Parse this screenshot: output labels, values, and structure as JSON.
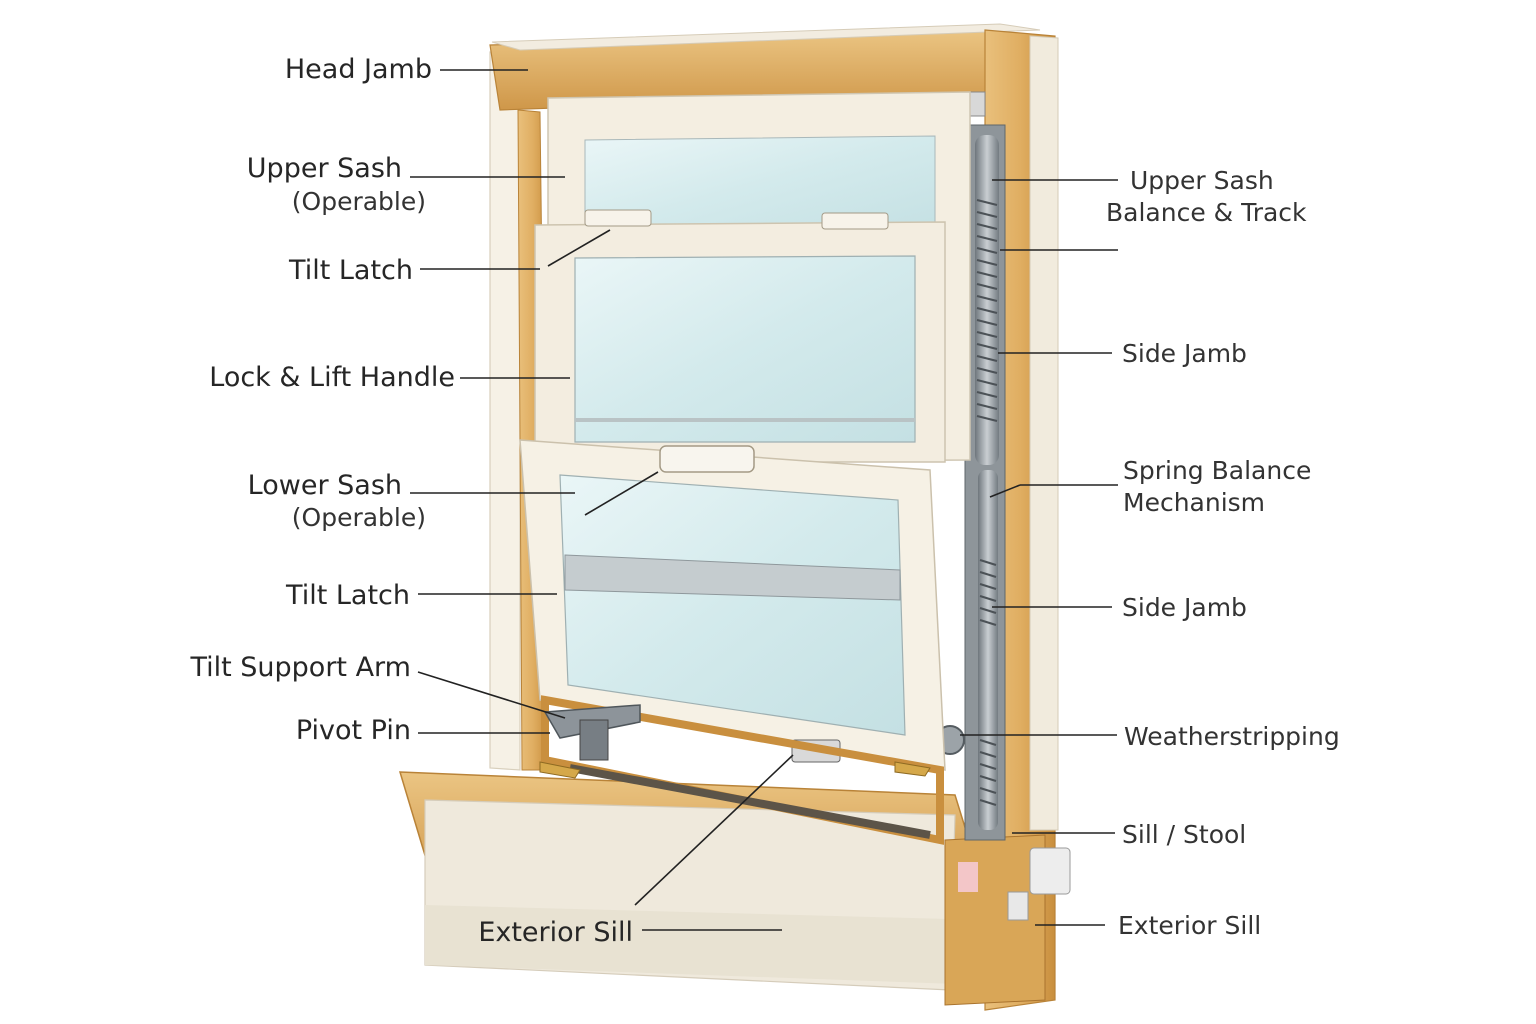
{
  "labels_left": {
    "head_jamb": "Head Jamb",
    "upper_sash": "Upper Sash",
    "upper_sash_sub": "(Operable)",
    "tilt_latch_upper": "Tilt Latch",
    "lock_lift_handle": "Lock & Lift Handle",
    "lower_sash": "Lower Sash",
    "lower_sash_sub": "(Operable)",
    "tilt_latch_lower": "Tilt Latch",
    "tilt_support_arm": "Tilt Support Arm",
    "pivot_pin": "Pivot Pin",
    "exterior_sill_bottom": "Exterior Sill"
  },
  "labels_right": {
    "upper_sash_balance_line1": "Upper Sash",
    "upper_sash_balance_line2": "Balance & Track",
    "side_jamb_upper": "Side Jamb",
    "spring_balance_line1": "Spring Balance",
    "spring_balance_line2": "Mechanism",
    "side_jamb_lower": "Side Jamb",
    "weatherstripping": "Weatherstripping",
    "sill_stool": "Sill / Stool",
    "exterior_sill_right": "Exterior Sill"
  },
  "colors": {
    "wood": "#E3B46A",
    "wood_dark": "#C98F3E",
    "vinyl": "#F4EEE1",
    "vinyl_shadow": "#DCD3C0",
    "glass": "#D9EDEF",
    "metal": "#9FA6AB",
    "text": "#262626"
  }
}
